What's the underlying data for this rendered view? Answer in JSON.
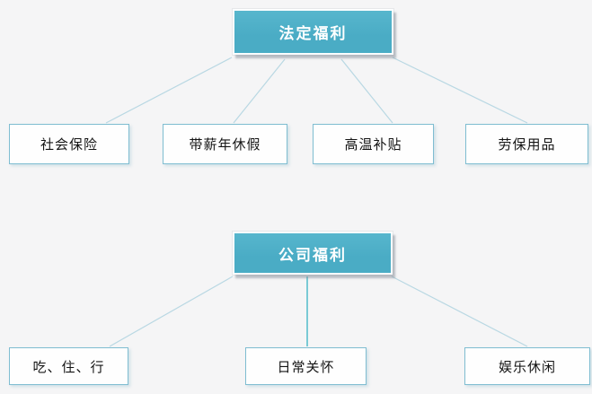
{
  "colors": {
    "background": "#f5f5f6",
    "root_fill": "#4aacc5",
    "root_text": "#ffffff",
    "child_fill": "#fefefe",
    "child_border": "#7fbdd1",
    "child_text": "#141414",
    "connector": "#b9d8e3",
    "connector_accent": "#5cc0cd"
  },
  "diagrams": [
    {
      "root": {
        "label": "法定福利"
      },
      "children": [
        {
          "label": "社会保险"
        },
        {
          "label": "带薪年休假"
        },
        {
          "label": "高温补贴"
        },
        {
          "label": "劳保用品"
        }
      ]
    },
    {
      "root": {
        "label": "公司福利"
      },
      "children": [
        {
          "label": "吃、住、行"
        },
        {
          "label": "日常关怀"
        },
        {
          "label": "娱乐休闲"
        }
      ]
    }
  ]
}
